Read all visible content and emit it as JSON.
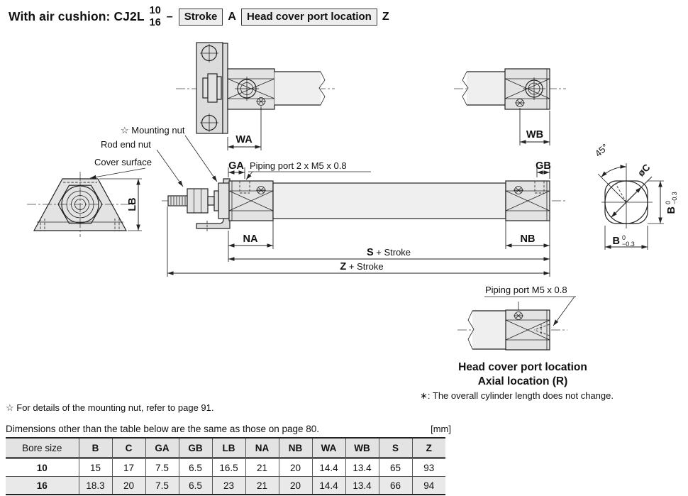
{
  "title": {
    "prefix": "With air cushion: CJ2L",
    "bore_top": "10",
    "bore_bottom": "16",
    "separator": "–",
    "stroke_box": "Stroke",
    "mid_letter": "A",
    "port_box": "Head cover port location",
    "end_letter": "Z"
  },
  "drawing": {
    "labels": {
      "mounting_nut": "☆ Mounting nut",
      "rod_end_nut": "Rod end nut",
      "cover_surface": "Cover surface",
      "piping_port_main": "Piping port 2 x M5 x 0.8",
      "piping_port_axial": "Piping port M5 x 0.8",
      "wa": "WA",
      "wb": "WB",
      "ga": "GA",
      "gb": "GB",
      "na": "NA",
      "nb": "NB",
      "lb": "LB",
      "s": "S",
      "z": "Z",
      "stroke_suffix": " + Stroke",
      "angle": "45°",
      "dia_c": "øC",
      "b": "B",
      "tol_upper": "0",
      "tol_lower": "−0.3"
    },
    "captions": {
      "head_cover_1": "Head cover port location",
      "head_cover_2": "Axial location (R)",
      "note": "∗: The overall cylinder length does not change."
    }
  },
  "footnotes": {
    "mounting_nut": "☆ For details of the mounting nut, refer to page 91.",
    "dimensions": "Dimensions other than the table below are the same as those on page 80.",
    "unit": "[mm]"
  },
  "table": {
    "headers": [
      "Bore size",
      "B",
      "C",
      "GA",
      "GB",
      "LB",
      "NA",
      "NB",
      "WA",
      "WB",
      "S",
      "Z"
    ],
    "rows": [
      {
        "bore": "10",
        "cells": [
          "15",
          "17",
          "7.5",
          "6.5",
          "16.5",
          "21",
          "20",
          "14.4",
          "13.4",
          "65",
          "93"
        ]
      },
      {
        "bore": "16",
        "cells": [
          "18.3",
          "20",
          "7.5",
          "6.5",
          "23",
          "21",
          "20",
          "14.4",
          "13.4",
          "66",
          "94"
        ]
      }
    ]
  },
  "colors": {
    "line": "#222222",
    "part_fill": "#e3e3e3",
    "tube_fill": "#efefef",
    "table_header_fill": "#e3e3e3",
    "row_alt_fill": "#e9e9e9",
    "box_fill": "#ededed"
  }
}
